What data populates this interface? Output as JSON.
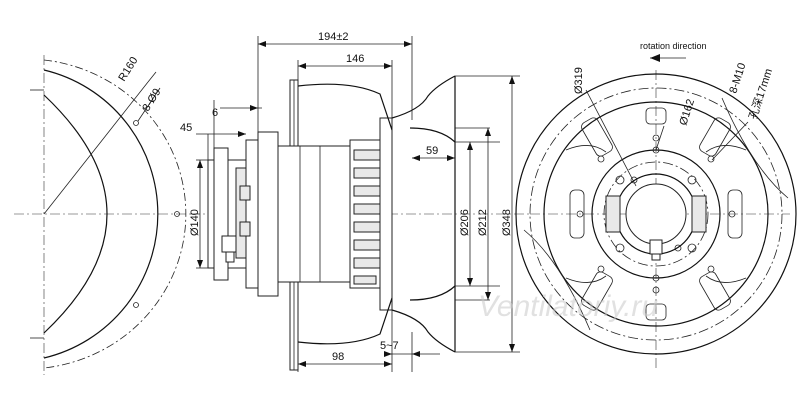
{
  "drawing": {
    "rotation_direction": "rotation direction",
    "watermark": "Ventilatoriy.ru",
    "dimensions": {
      "r160": "R160",
      "holes_8x9": "8-Ø9",
      "d140": "Ø140",
      "len_194": "194±2",
      "len_146": "146",
      "len_6": "6",
      "len_45": "45",
      "len_59": "59",
      "d206": "Ø206",
      "d212": "Ø212",
      "d348": "Ø348",
      "len_98": "98",
      "len_5_7": "5~7",
      "d319": "Ø319",
      "d162": "Ø162",
      "m10": "8-M10",
      "depth_cn": "孔深17mm"
    }
  }
}
